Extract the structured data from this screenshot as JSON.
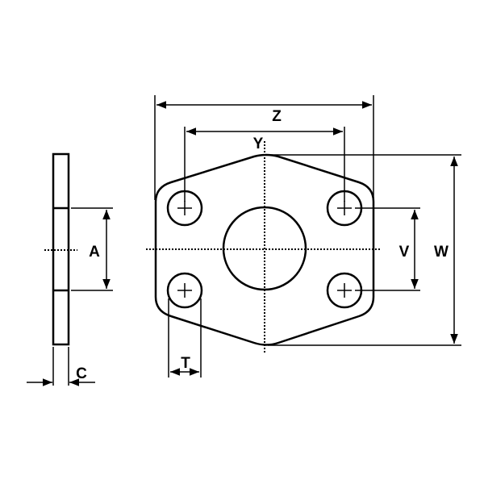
{
  "labels": {
    "A": "A",
    "C": "C",
    "T": "T",
    "V": "V",
    "W": "W",
    "Y": "Y",
    "Z": "Z"
  },
  "colors": {
    "line": "#000000",
    "background": "#ffffff"
  }
}
